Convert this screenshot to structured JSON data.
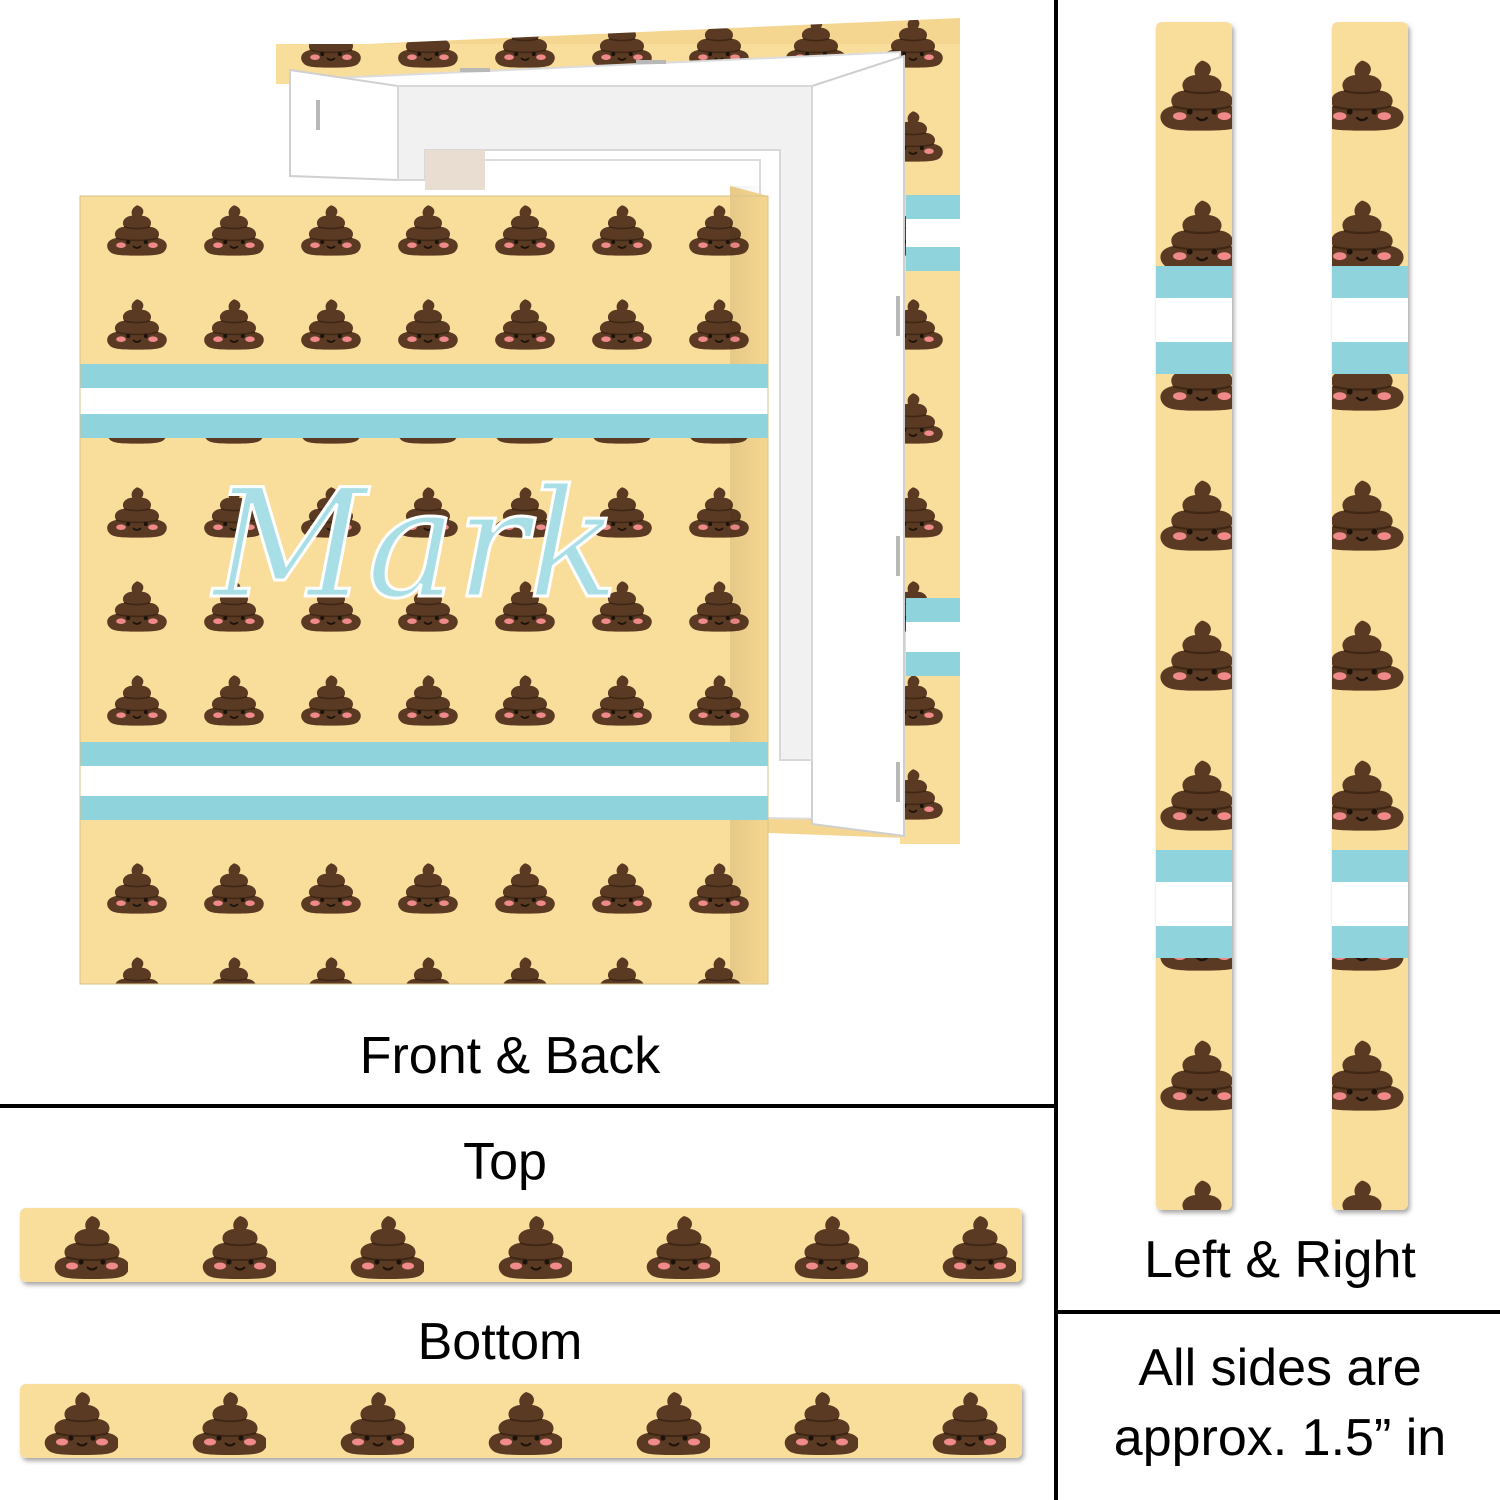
{
  "labels": {
    "front_back": "Front & Back",
    "top": "Top",
    "bottom": "Bottom",
    "left_right": "Left & Right",
    "note_line1": "All sides are",
    "note_line2": "approx. 1.5” in"
  },
  "personalization": {
    "name": "Mark"
  },
  "colors": {
    "background_pattern": "#f9dd9b",
    "poop_dark": "#5a3a22",
    "poop_mid": "#6b4528",
    "stripe_blue": "#8fd3dd",
    "stripe_white": "#ffffff",
    "blush": "#f08a8a",
    "heart": "#ec6a75",
    "tear": "#5fb6e8",
    "name_text": "#a8dfe7"
  }
}
